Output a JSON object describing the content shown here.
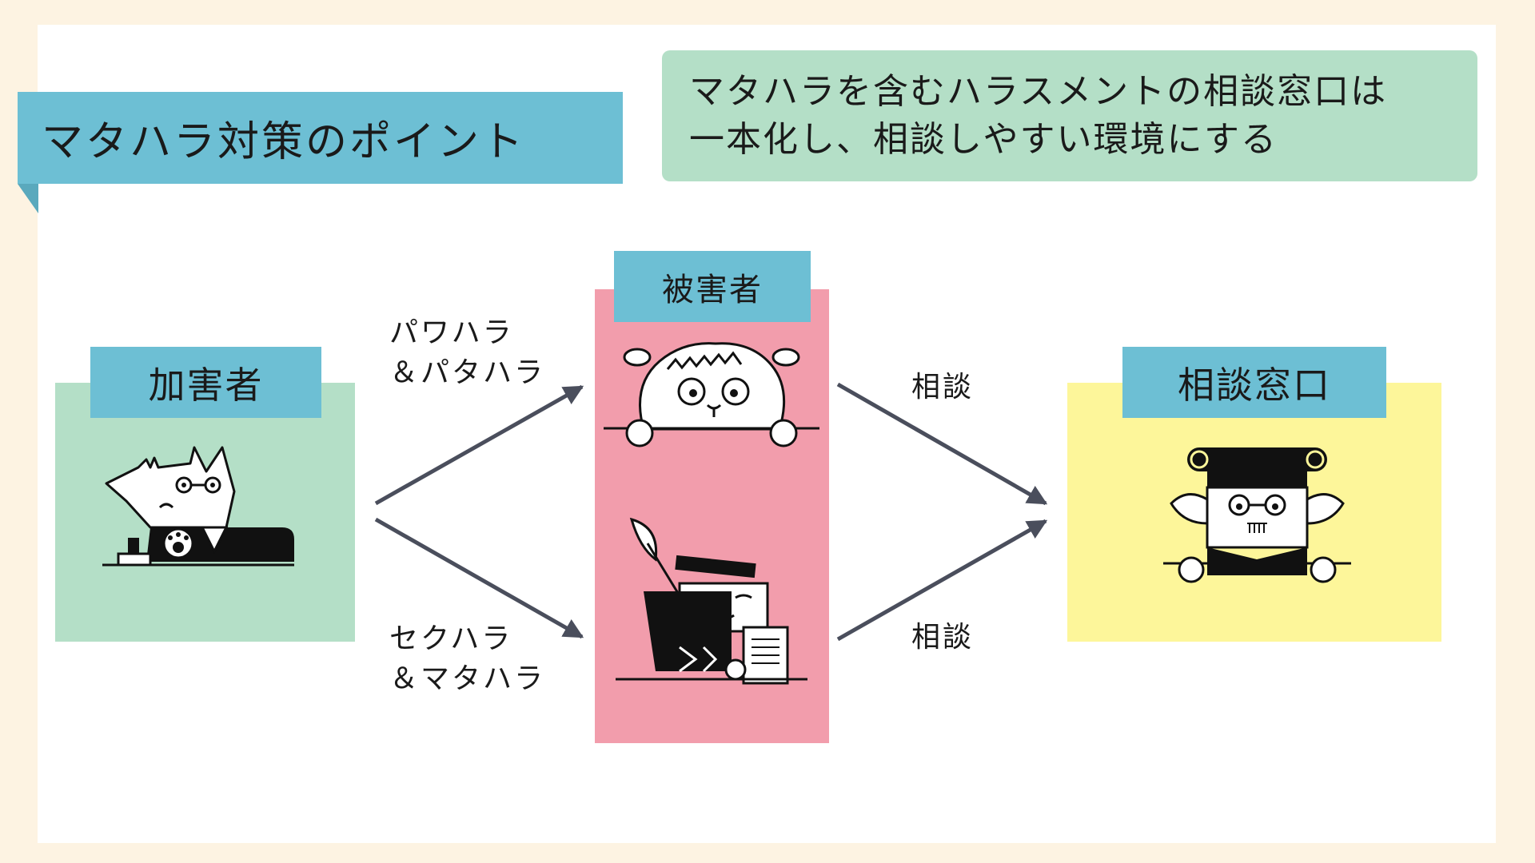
{
  "title": "マタハラ対策のポイント",
  "tip": {
    "line1": "マタハラを含むハラスメントの相談窓口は",
    "line2": "一本化し、相談しやすい環境にする"
  },
  "nodes": {
    "perpetrator": "加害者",
    "victim": "被害者",
    "consultation_desk": "相談窓口"
  },
  "edges": {
    "power_harassment": {
      "line1": "パワハラ",
      "line2": "＆パタハラ"
    },
    "sexual_harassment": {
      "line1": "セクハラ",
      "line2": "＆マタハラ"
    },
    "consult_upper": "相談",
    "consult_lower": "相談"
  },
  "colors": {
    "title_banner": "#6dbfd4",
    "tip_box": "#b4dfc7",
    "perpetrator_panel": "#b4dfc7",
    "victim_panel": "#f29dac",
    "desk_panel": "#fdf69a",
    "arrow": "#4a4e5c"
  },
  "icons": {
    "perpetrator": "wolf-boss-with-stamp-icon",
    "victim_top": "sheep-peeking-icon",
    "victim_bottom": "worker-at-desk-with-papers-icon",
    "desk": "column-helper-with-glasses-icon"
  }
}
